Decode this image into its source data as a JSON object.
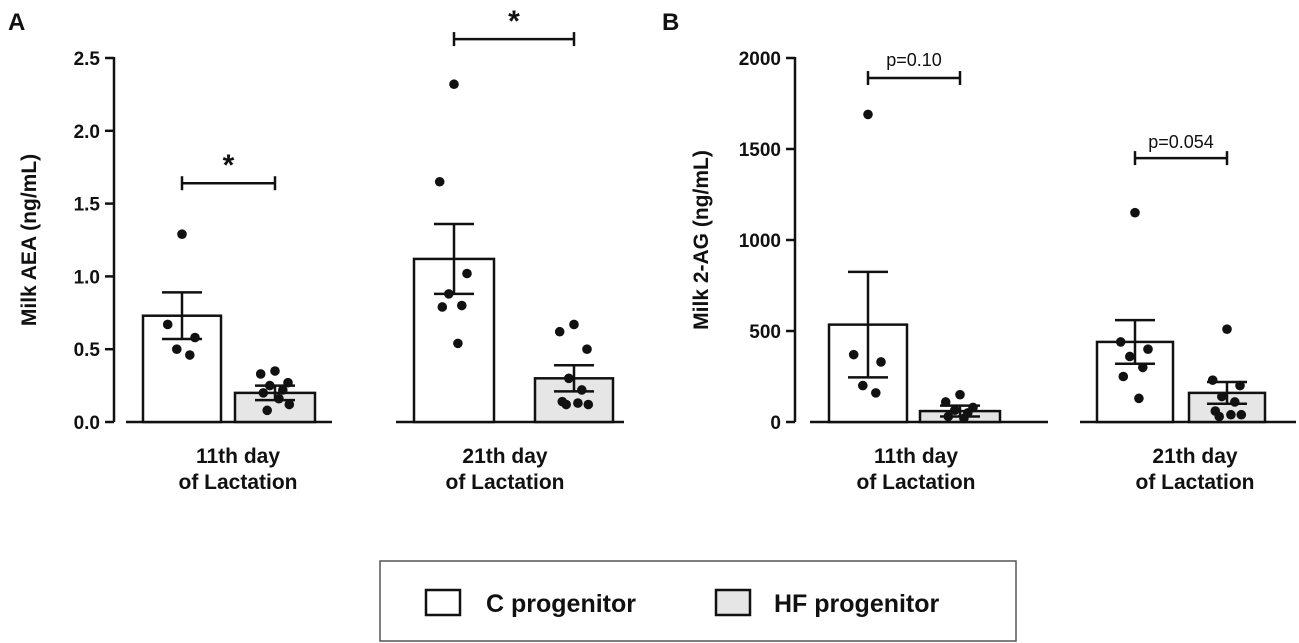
{
  "colors": {
    "axis": "#111111",
    "c_fill": "#ffffff",
    "hf_fill": "#e6e6e6",
    "dot": "#111111"
  },
  "legend": {
    "items": [
      {
        "label": "C progenitor",
        "fill": "#ffffff"
      },
      {
        "label": "HF progenitor",
        "fill": "#e6e6e6"
      }
    ]
  },
  "chart_data": [
    {
      "type": "bar",
      "panel": "A",
      "ylabel": "Milk AEA (ng/mL)",
      "ylim": [
        0,
        2.5
      ],
      "yticks": [
        "0.0",
        "0.5",
        "1.0",
        "1.5",
        "2.0",
        "2.5"
      ],
      "yticks_values": [
        0,
        0.5,
        1.0,
        1.5,
        2.0,
        2.5
      ],
      "groups": [
        {
          "label_lines": [
            "11th day",
            "of Lactation"
          ],
          "bars": [
            {
              "series": "C progenitor",
              "mean": 0.73,
              "sem": 0.16,
              "points": [
                1.29,
                0.67,
                0.58,
                0.5,
                0.46
              ]
            },
            {
              "series": "HF progenitor",
              "mean": 0.2,
              "sem": 0.05,
              "points": [
                0.35,
                0.33,
                0.27,
                0.25,
                0.22,
                0.2,
                0.16,
                0.12,
                0.08
              ]
            }
          ],
          "annotation": "*"
        },
        {
          "label_lines": [
            "21th day",
            "of Lactation"
          ],
          "bars": [
            {
              "series": "C progenitor",
              "mean": 1.12,
              "sem": 0.24,
              "points": [
                2.32,
                1.65,
                1.02,
                0.88,
                0.8,
                0.79,
                0.54
              ]
            },
            {
              "series": "HF progenitor",
              "mean": 0.3,
              "sem": 0.09,
              "points": [
                0.67,
                0.62,
                0.5,
                0.3,
                0.22,
                0.14,
                0.13,
                0.12,
                0.12
              ]
            }
          ],
          "annotation": "*"
        }
      ]
    },
    {
      "type": "bar",
      "panel": "B",
      "ylabel": "Milk 2-AG (ng/mL)",
      "ylim": [
        0,
        2000
      ],
      "yticks": [
        "0",
        "500",
        "1000",
        "1500",
        "2000"
      ],
      "yticks_values": [
        0,
        500,
        1000,
        1500,
        2000
      ],
      "groups": [
        {
          "label_lines": [
            "11th day",
            "of Lactation"
          ],
          "bars": [
            {
              "series": "C progenitor",
              "mean": 535,
              "sem": 290,
              "points": [
                1690,
                370,
                330,
                200,
                160
              ]
            },
            {
              "series": "HF progenitor",
              "mean": 60,
              "sem": 30,
              "points": [
                150,
                110,
                80,
                65,
                50,
                30,
                20
              ]
            }
          ],
          "annotation": "p=0.10"
        },
        {
          "label_lines": [
            "21th day",
            "of Lactation"
          ],
          "bars": [
            {
              "series": "C progenitor",
              "mean": 440,
              "sem": 120,
              "points": [
                1150,
                440,
                400,
                360,
                300,
                250,
                130
              ]
            },
            {
              "series": "HF progenitor",
              "mean": 160,
              "sem": 60,
              "points": [
                510,
                230,
                200,
                140,
                110,
                60,
                40,
                40,
                30
              ]
            }
          ],
          "annotation": "p=0.054"
        }
      ]
    }
  ]
}
